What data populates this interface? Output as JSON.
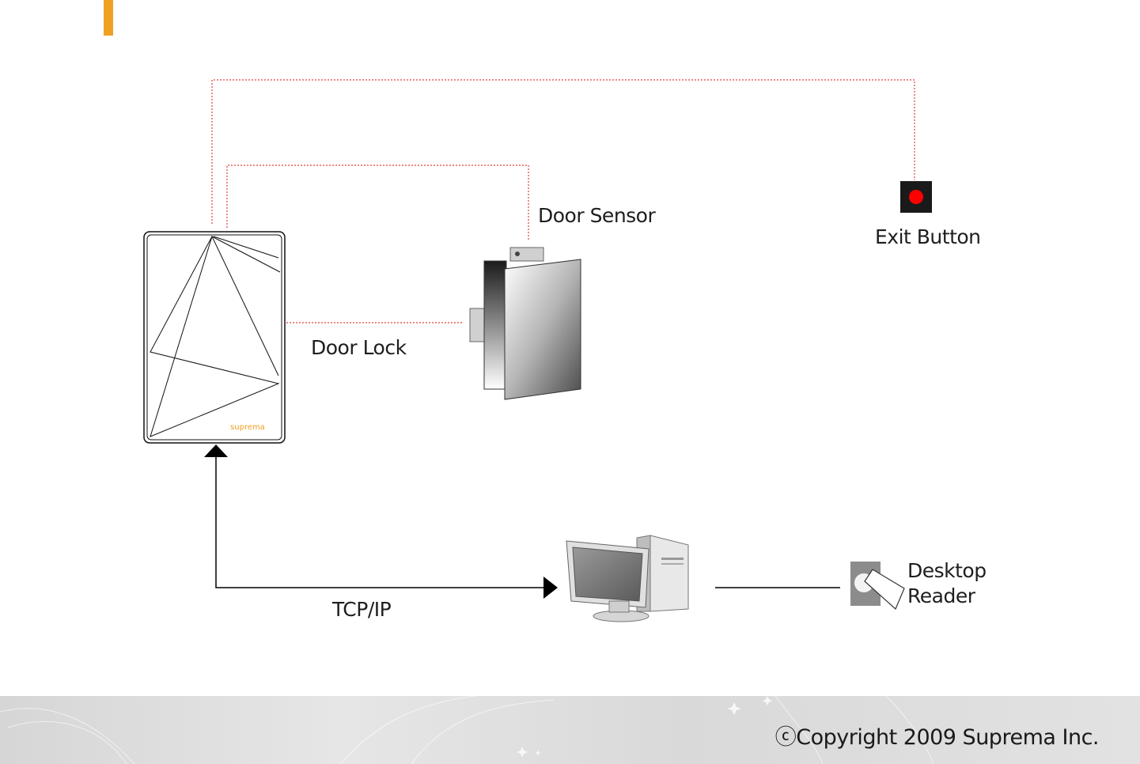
{
  "labels": {
    "door_sensor": "Door Sensor",
    "exit_button": "Exit Button",
    "door_lock": "Door Lock",
    "tcpip": "TCP/IP",
    "desktop_reader_line1": "Desktop",
    "desktop_reader_line2": "Reader"
  },
  "device_brand": "suprema",
  "footer": {
    "copyright": "ⓒCopyright 2009 Suprema Inc."
  },
  "colors": {
    "accent": "#f0a020",
    "wire": "#e04040",
    "exit_button_led": "#ff0000",
    "link": "#000000"
  },
  "icons": {
    "door": "door-icon",
    "exit_button": "exit-button-icon",
    "computer": "desktop-computer-icon",
    "reader": "desktop-reader-icon",
    "terminal": "fingerprint-terminal-icon"
  }
}
